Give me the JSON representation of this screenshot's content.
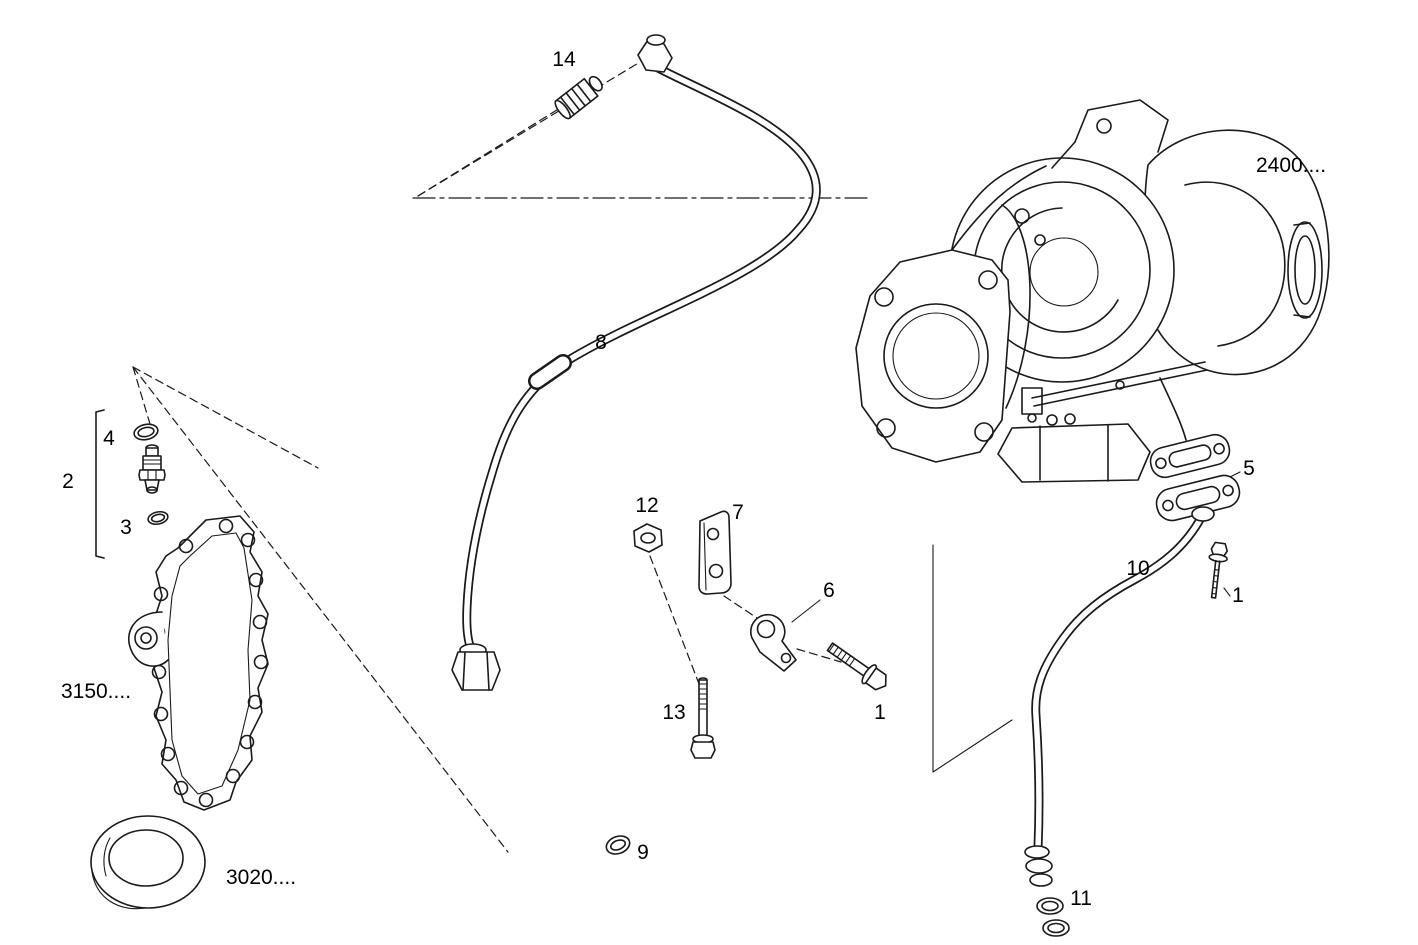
{
  "figure": {
    "type": "exploded-parts-diagram",
    "background": "#ffffff",
    "line_color": "#1a1a1a"
  },
  "callouts": {
    "part14": "14",
    "part8": "8",
    "ref2400": "2400....",
    "part5": "5",
    "part10": "10",
    "part1_right": "1",
    "part11": "11",
    "part12": "12",
    "part7": "7",
    "part6": "6",
    "part1_center": "1",
    "part13": "13",
    "part9": "9",
    "part4": "4",
    "part2": "2",
    "part3": "3",
    "ref3150": "3150....",
    "ref3020": "3020...."
  }
}
